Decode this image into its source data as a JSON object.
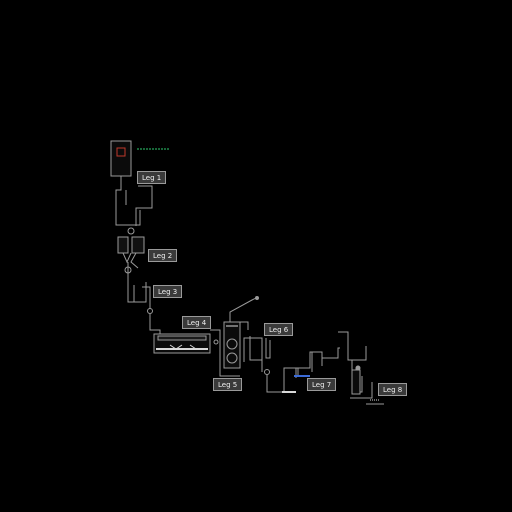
{
  "diagram": {
    "legs": [
      {
        "id": "leg-1",
        "label": "Leg 1"
      },
      {
        "id": "leg-2",
        "label": "Leg 2"
      },
      {
        "id": "leg-3",
        "label": "Leg 3"
      },
      {
        "id": "leg-4",
        "label": "Leg 4"
      },
      {
        "id": "leg-5",
        "label": "Leg 5"
      },
      {
        "id": "leg-6",
        "label": "Leg 6"
      },
      {
        "id": "leg-7",
        "label": "Leg 7"
      },
      {
        "id": "leg-8",
        "label": "Leg 8"
      }
    ],
    "colors": {
      "background": "#000000",
      "pipe": "#9a9a9a",
      "pipe_bright": "#d8d8d8",
      "label_bg": "#3a3a3a",
      "label_border": "#9a9a9a",
      "label_text": "#f0f0f0",
      "status_red": "#c0392b",
      "status_green": "#2ecc71",
      "status_blue": "#3b6bd8"
    }
  }
}
